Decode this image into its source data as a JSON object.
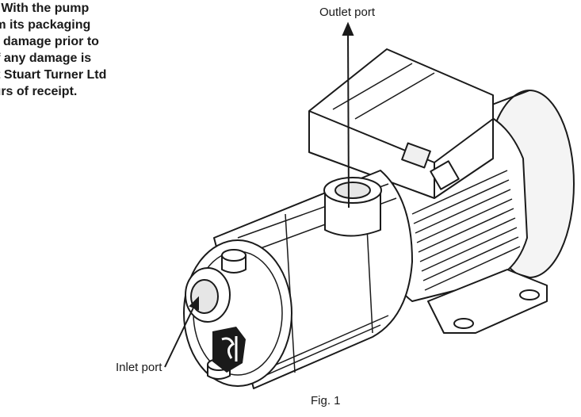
{
  "notice": {
    "lines": [
      "NT:  With the pump",
      "from its packaging",
      "any damage prior to",
      "n.  If any damage is",
      "tact Stuart Turner Ltd",
      "hours of receipt."
    ]
  },
  "labels": {
    "outlet": "Outlet port",
    "inlet": "Inlet port",
    "figure": "Fig. 1"
  }
}
